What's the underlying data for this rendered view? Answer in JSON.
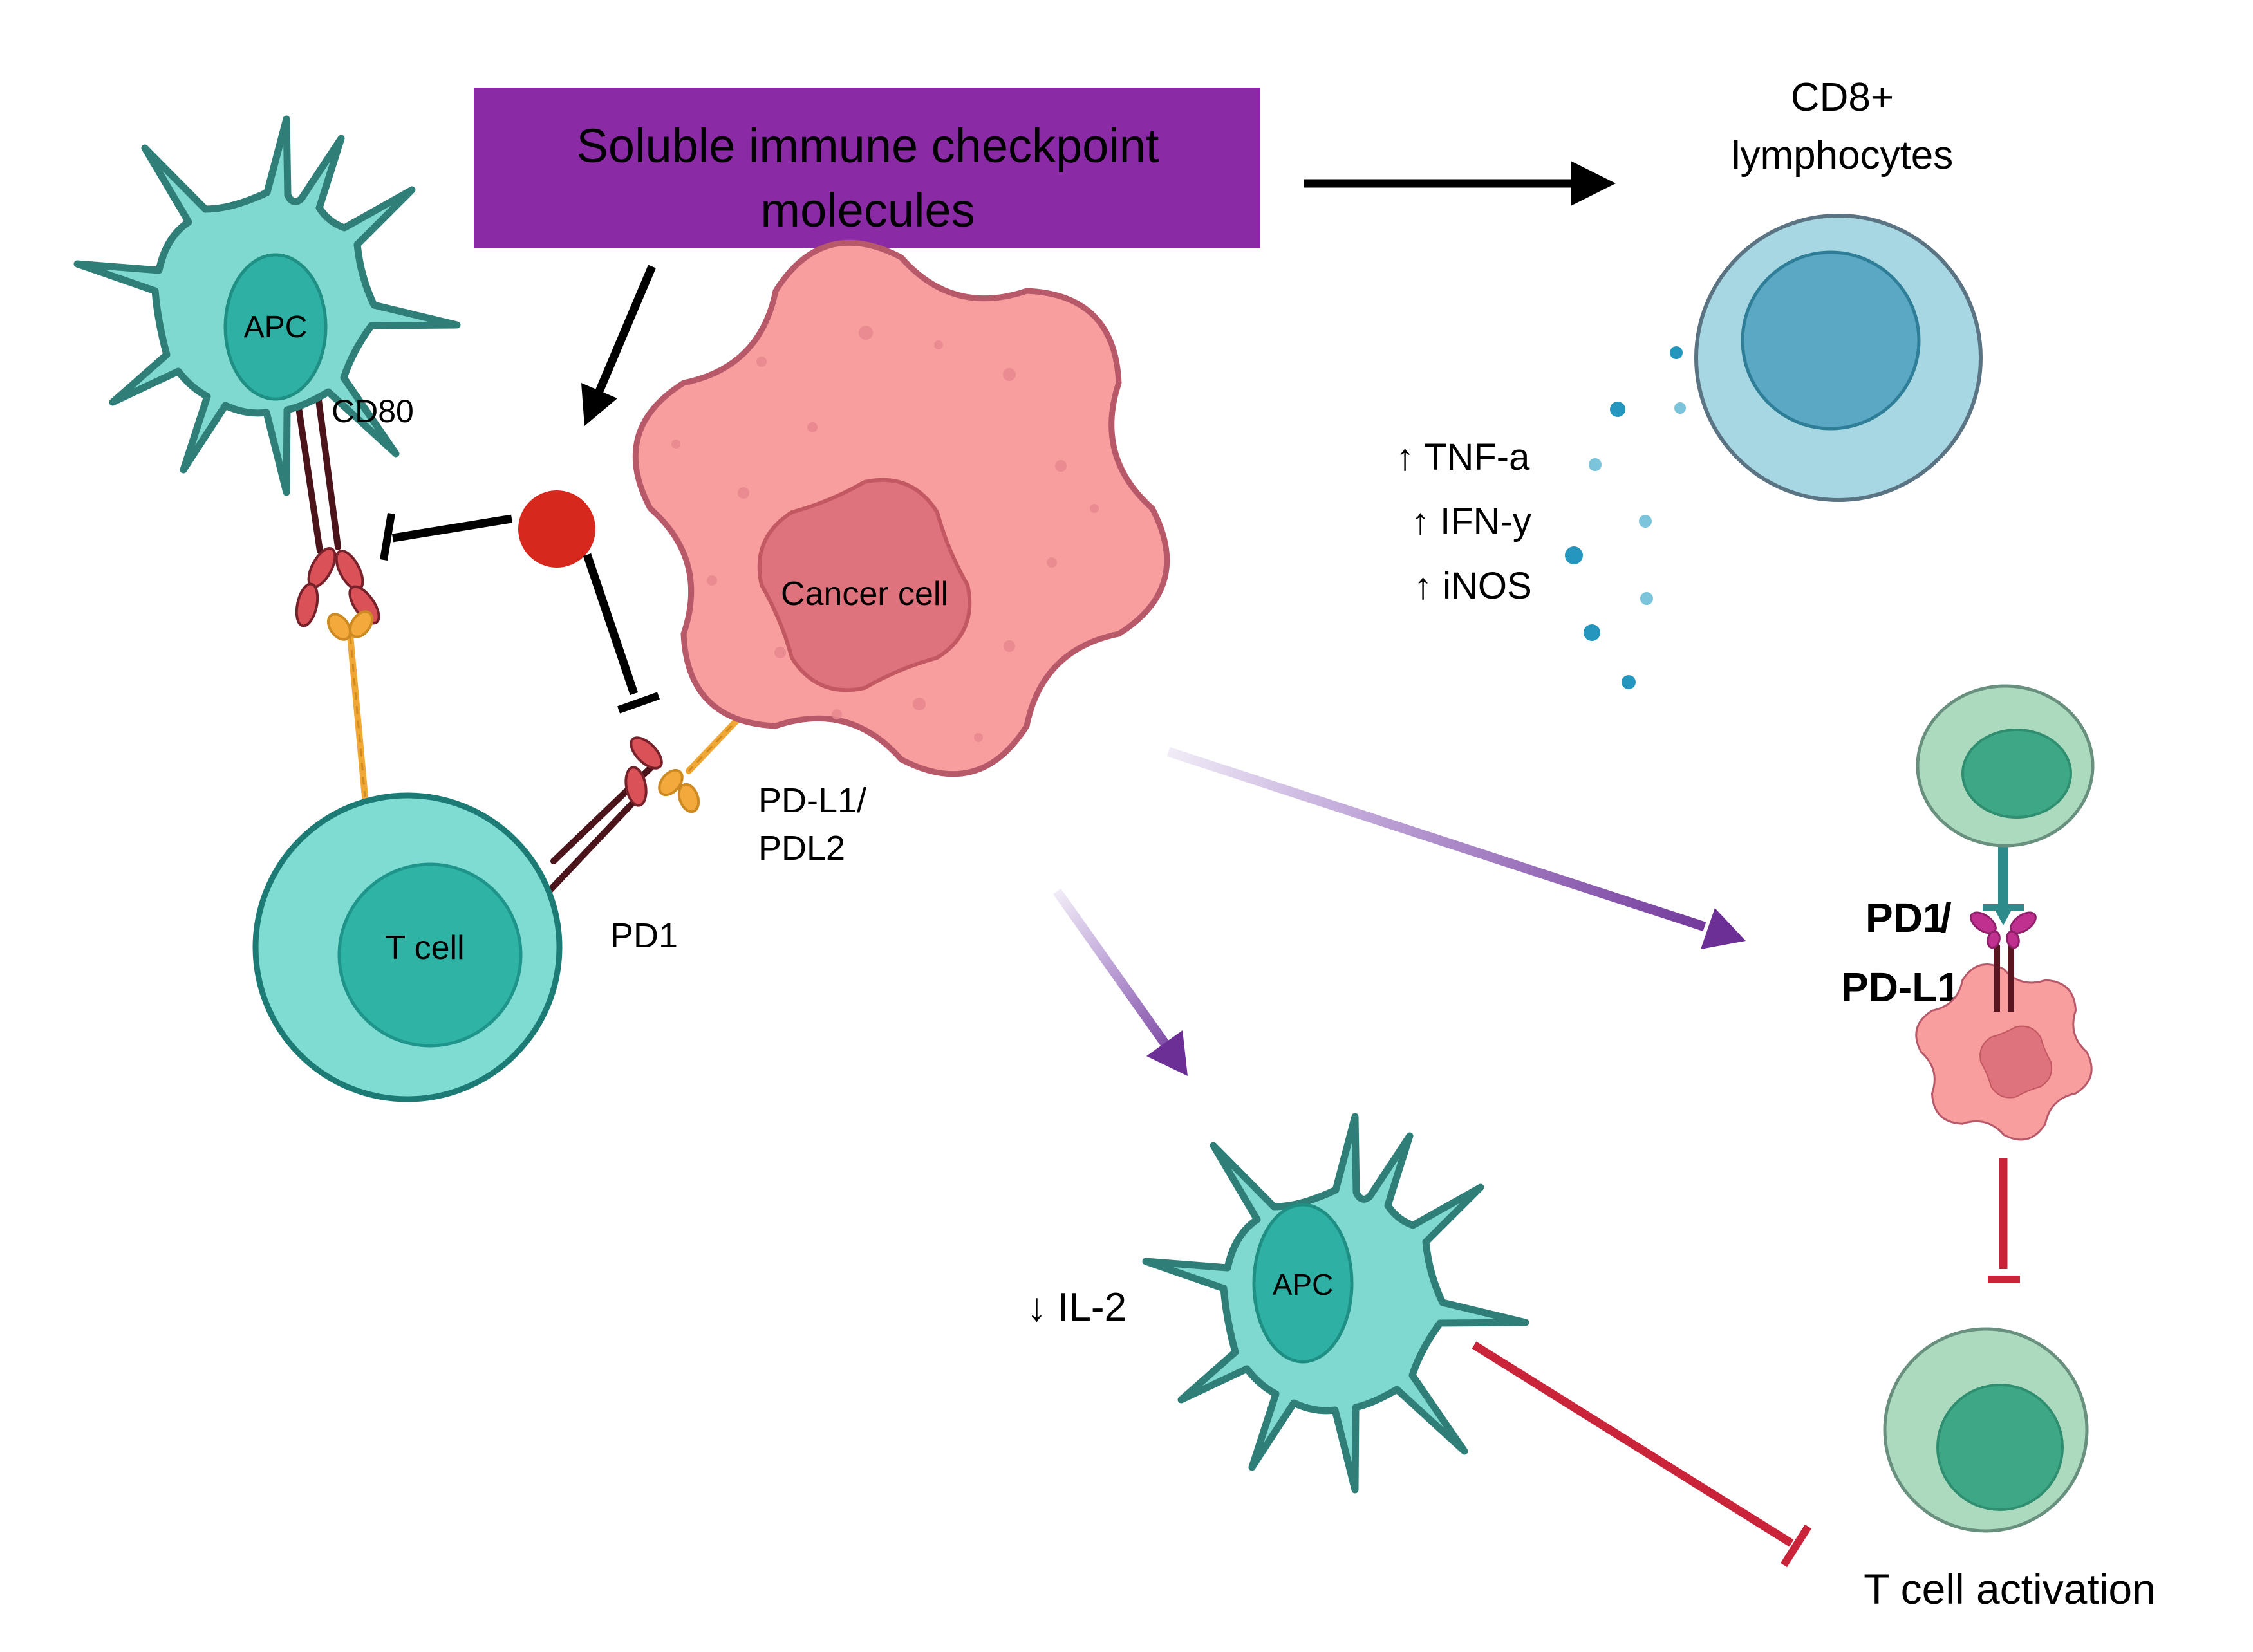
{
  "palette": {
    "title_bg": "#8A2BA5",
    "title_fg": "#FFFFFF",
    "pd1_teal": "#12917E",
    "pdl1_magenta": "#B72F74",
    "inhibit_red": "#C9243A",
    "arrow_purple": "#6B2F96",
    "arrow_black": "#000000",
    "soluble_molecule_red": "#D7281D",
    "apc_fill": "#7FD9D1",
    "cancer_fill": "#F89E9E",
    "cd8_fill": "#A6D7E2",
    "green_cell_fill": "#ACDABF"
  },
  "title_box": {
    "line1": "Soluble immune checkpoint",
    "line2": "molecules"
  },
  "labels": {
    "cd8_line1": "CD8+",
    "cd8_line2": "lymphocytes",
    "apc_top": "APC",
    "apc_bottom": "APC",
    "t_cell": "T cell",
    "cancer_cell": "Cancer cell",
    "t_cell_activation": "T cell activation",
    "cd80": "CD80",
    "pd1_left": "PD1",
    "pdl1_line1": "PD-L1/",
    "pdl1_line2": "PDL2",
    "pd1_right": "PD1",
    "slash": "/",
    "pdl1_right": "PD-L1"
  },
  "cytokines": {
    "tnf": "↑ TNF-a",
    "ifn": "↑ IFN-y",
    "inos": "↑ iNOS",
    "il2": "↓ IL-2"
  }
}
